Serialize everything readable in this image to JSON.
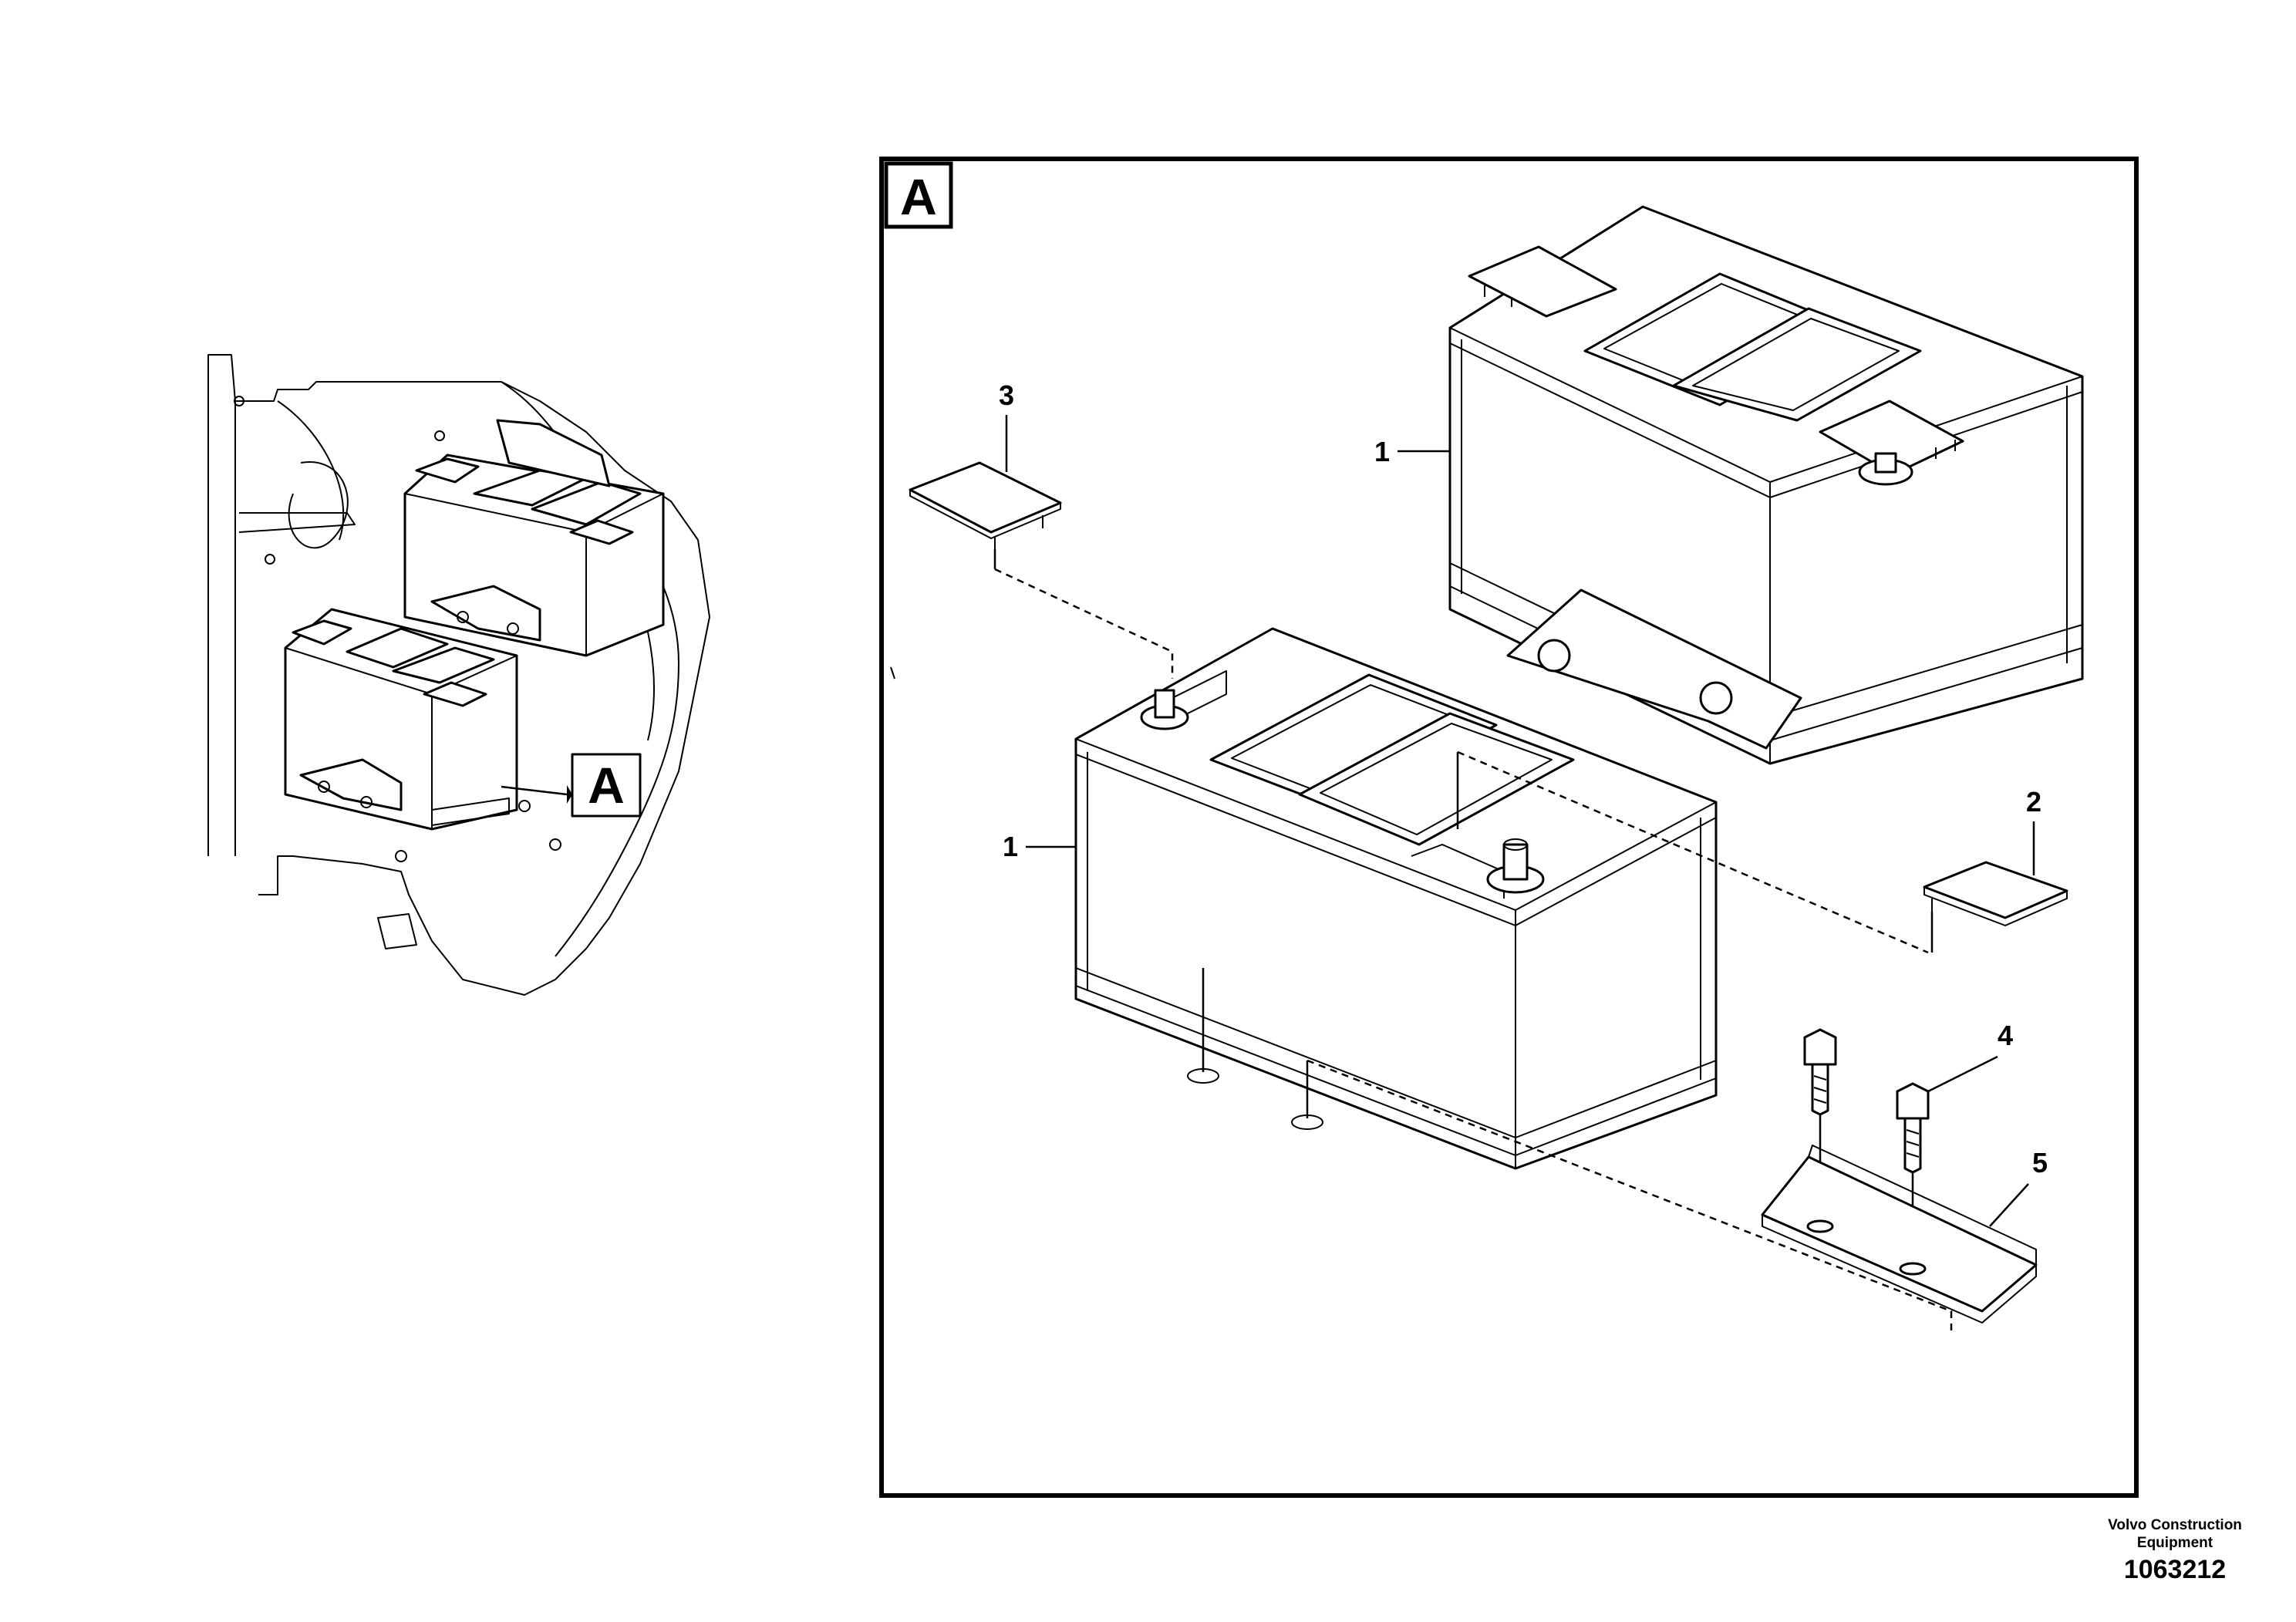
{
  "detail": {
    "letter": "A",
    "overview_letter": "A"
  },
  "callouts": {
    "battery_rear": "1",
    "battery_front": "1",
    "cover_2": "2",
    "cover_3": "3",
    "bolt_4": "4",
    "clamp_5": "5"
  },
  "footer": {
    "company_line1": "Volvo Construction",
    "company_line2": "Equipment",
    "drawing_number": "1063212"
  }
}
